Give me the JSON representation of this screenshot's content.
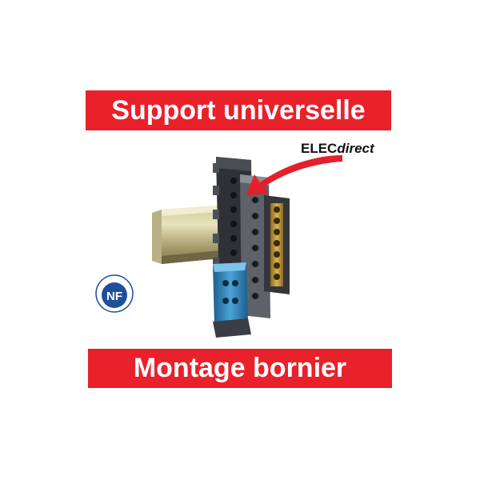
{
  "banner_top": {
    "text": "Support universelle"
  },
  "banner_bottom": {
    "text": "Montage bornier"
  },
  "brand": {
    "prefix": "ELEC",
    "suffix": "direct"
  },
  "nf_mark": {
    "text": "NF",
    "icon": "nf-certification-icon"
  },
  "colors": {
    "banner": "#e8212b",
    "banner_text": "#ffffff",
    "arrow": "#e3202b",
    "nf_blue": "#1f4f9a"
  },
  "product": {
    "icon": "terminal-block-product-image"
  }
}
